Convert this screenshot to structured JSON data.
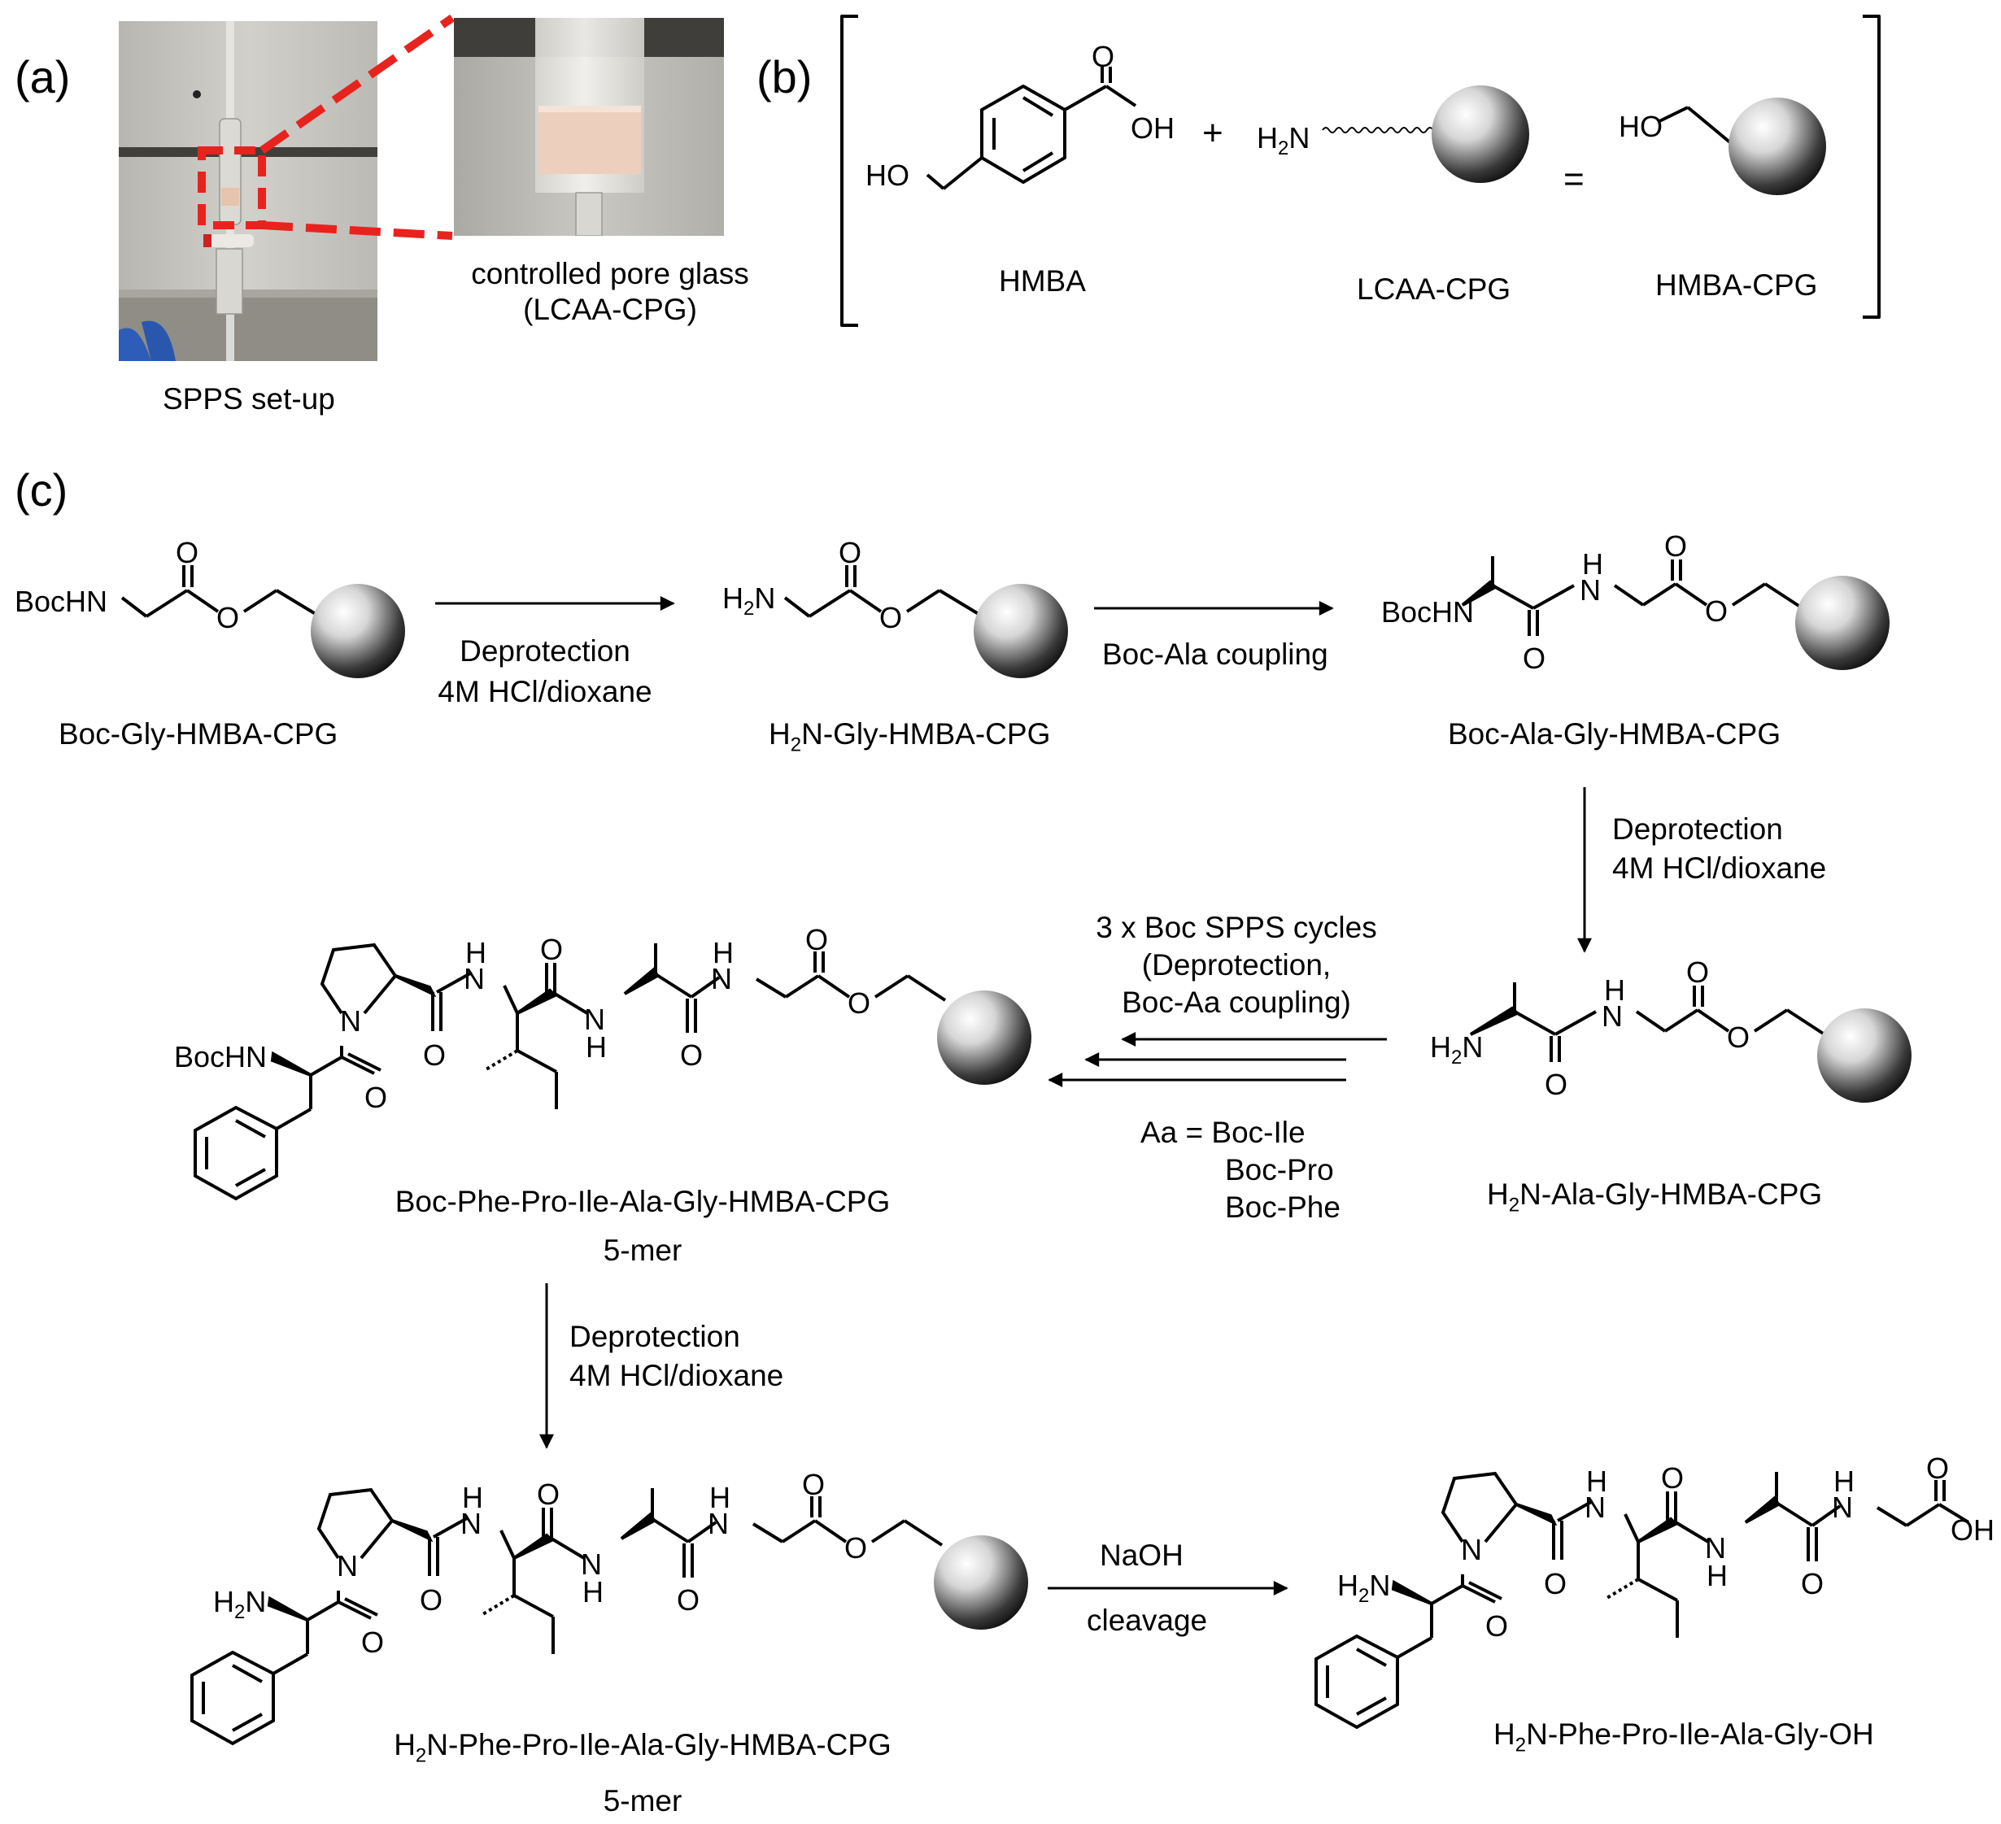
{
  "panel_labels": {
    "a": "(a)",
    "b": "(b)",
    "c": "(c)"
  },
  "panel_a": {
    "setup_caption": "SPPS set-up",
    "zoom_caption_line1": "controlled pore glass",
    "zoom_caption_line2": "(LCAA-CPG)",
    "highlight_color": "#e8231e"
  },
  "panel_b": {
    "hmba_label": "HMBA",
    "lcaa_label": "LCAA-CPG",
    "hmba_cpg_label": "HMBA-CPG",
    "plus": "+",
    "equals": "=",
    "atoms": {
      "oh": "OH",
      "o": "O",
      "ho": "HO",
      "h2n": "H2N"
    }
  },
  "panel_c": {
    "compounds": {
      "boc_gly": "Boc-Gly-HMBA-CPG",
      "h2n_gly_pre": "H",
      "h2n_gly_post": "N-Gly-HMBA-CPG",
      "boc_ala_gly": "Boc-Ala-Gly-HMBA-CPG",
      "h2n_ala_gly_pre": "H",
      "h2n_ala_gly_post": "N-Ala-Gly-HMBA-CPG",
      "boc_5mer": "Boc-Phe-Pro-Ile-Ala-Gly-HMBA-CPG",
      "boc_5mer_sub": "5-mer",
      "h2n_5mer_pre": "H",
      "h2n_5mer_post": "N-Phe-Pro-Ile-Ala-Gly-HMBA-CPG",
      "h2n_5mer_sub": "5-mer",
      "final_pre": "H",
      "final_post": "N-Phe-Pro-Ile-Ala-Gly-OH",
      "subscript_2": "2"
    },
    "steps": {
      "deprot1_line1": "Deprotection",
      "deprot1_line2": "4M HCl/dioxane",
      "coupling": "Boc-Ala coupling",
      "deprot2_line1": "Deprotection",
      "deprot2_line2": "4M HCl/dioxane",
      "cycles_line1": "3 x Boc SPPS cycles",
      "cycles_line2": "(Deprotection,",
      "cycles_line3": "Boc-Aa coupling)",
      "aa_line1": "Aa = Boc-Ile",
      "aa_line2": "Boc-Pro",
      "aa_line3": "Boc-Phe",
      "deprot3_line1": "Deprotection",
      "deprot3_line2": "4M HCl/dioxane",
      "naoh": "NaOH",
      "cleavage": "cleavage"
    },
    "atoms": {
      "bochn": "BocHN",
      "h2n": "H2N",
      "o": "O",
      "h": "H",
      "n": "N",
      "oh": "OH"
    }
  }
}
